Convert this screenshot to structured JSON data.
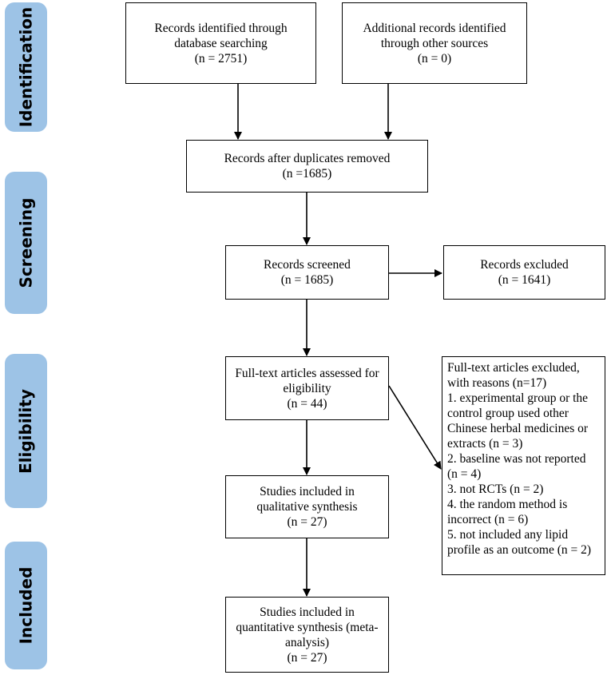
{
  "phases": {
    "identification": "Identification",
    "screening": "Screening",
    "eligibility": "Eligibility",
    "included": "Included"
  },
  "boxes": {
    "database": {
      "line1": "Records identified through",
      "line2": "database searching",
      "line3": "(n = 2751)"
    },
    "other": {
      "line1": "Additional records identified",
      "line2": "through other sources",
      "line3": "(n = 0)"
    },
    "duplicates": {
      "line1": "Records after duplicates removed",
      "line2": "(n =1685)"
    },
    "screened": {
      "line1": "Records screened",
      "line2": "(n = 1685)"
    },
    "excluded": {
      "line1": "Records excluded",
      "line2": "(n = 1641)"
    },
    "fulltext": {
      "line1": "Full-text articles assessed for",
      "line2": "eligibility",
      "line3": "(n = 44)"
    },
    "fulltext_excluded": {
      "line1": "Full-text articles excluded,",
      "line2": "with reasons (n=17)",
      "line3": " 1. experimental group or the",
      "line4": "control group used other",
      "line5": "Chinese herbal medicines or",
      "line6": "extracts  (n = 3)",
      "line7": " 2. baseline was not reported",
      "line8": "(n = 4)",
      "line9": " 3. not RCTs  (n = 2)",
      "line10": " 4. the random method is",
      "line11": "incorrect (n = 6)",
      "line12": " 5. not included any lipid",
      "line13": "profile as an outcome (n = 2)"
    },
    "qualitative": {
      "line1": "Studies included in",
      "line2": "qualitative synthesis",
      "line3": "(n = 27)"
    },
    "quantitative": {
      "line1": "Studies included in",
      "line2": "quantitative synthesis (meta-",
      "line3": "analysis)",
      "line4": "(n = 27)"
    }
  }
}
